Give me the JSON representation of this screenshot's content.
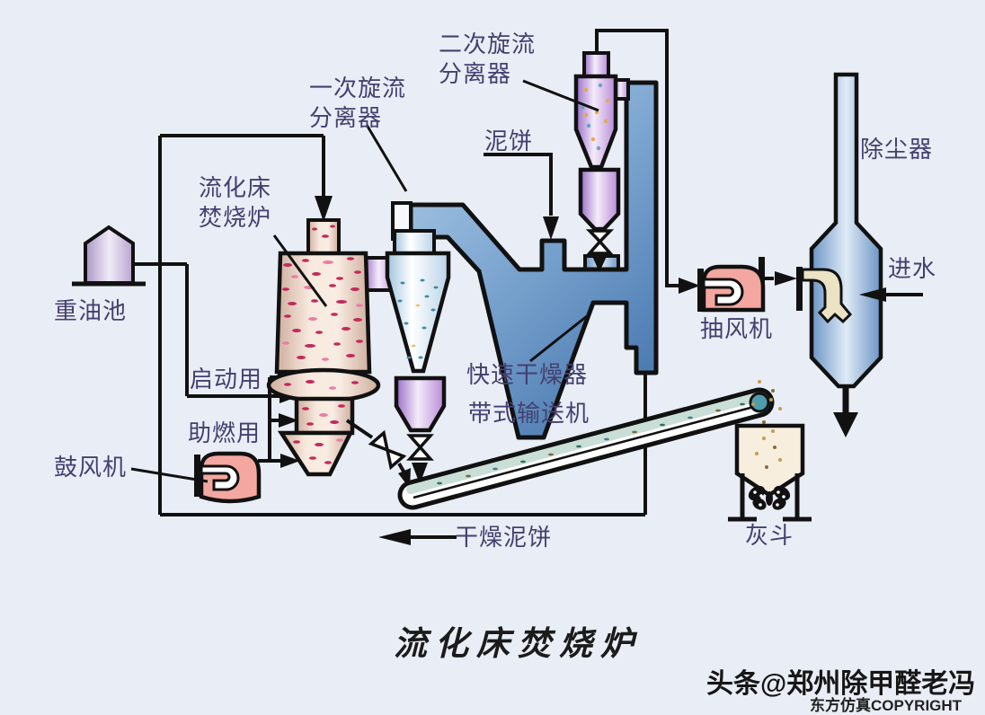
{
  "caption": "流化床焚烧炉",
  "watermark": {
    "byline": "头条@郑州除甲醛老冯",
    "copyright": "东方仿真COPYRIGHT"
  },
  "labels": {
    "secondary_cyclone": {
      "line1": "二次旋流",
      "line2": "分离器"
    },
    "primary_cyclone": {
      "line1": "一次旋流",
      "line2": "分离器"
    },
    "mud_cake": "泥饼",
    "dust_remover": "除尘器",
    "incinerator": {
      "line1": "流化床",
      "line2": "焚烧炉"
    },
    "heavy_oil_pool": "重油池",
    "water_inlet": "进水",
    "startup_fuel": "启动用",
    "combustion_support": "助燃用",
    "exhaust_fan": "抽风机",
    "rapid_dryer": "快速干燥器",
    "belt_conveyor": "带式输送机",
    "blower": "鼓风机",
    "ash_hopper": "灰斗",
    "dried_mud_cake": "干燥泥饼"
  },
  "colors": {
    "background": "#e9eef6",
    "label_text": "#454070",
    "outline": "#111111",
    "incinerator_fill": "#f6e8dc",
    "incinerator_speckle": "#c22a5c",
    "cyclone_purple": "#b88ad8",
    "duct_blue": "#5d8abe",
    "fan_pink": "#f4a7a0",
    "belt_teal": "#4f9cab",
    "hopper_cream": "#f8eedd"
  }
}
